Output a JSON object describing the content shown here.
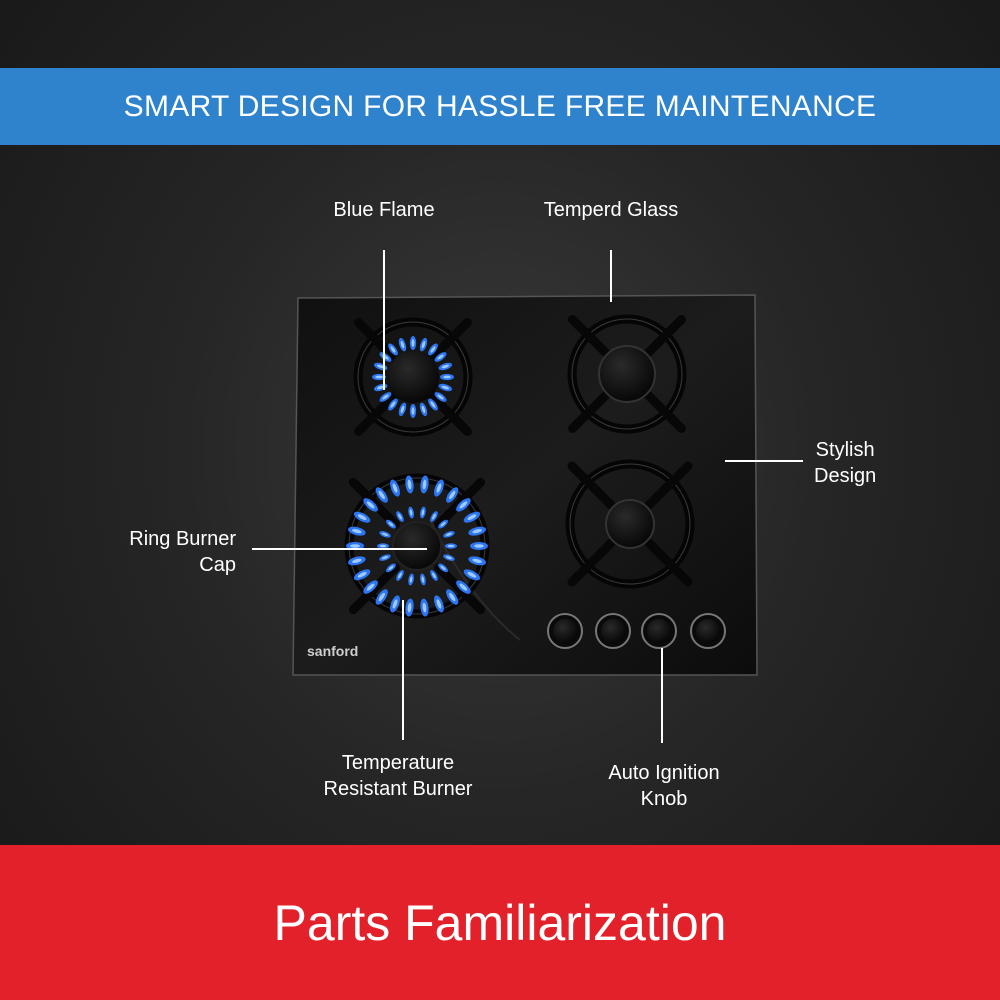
{
  "header": {
    "title": "SMART DESIGN FOR HASSLE FREE MAINTENANCE"
  },
  "footer": {
    "title": "Parts Familiarization"
  },
  "product": {
    "brand": "sanford"
  },
  "callouts": {
    "blue_flame": "Blue Flame",
    "temperd_glass": "Temperd Glass",
    "stylish_design_l1": "Stylish",
    "stylish_design_l2": "Design",
    "ring_burner_cap_l1": "Ring Burner",
    "ring_burner_cap_l2": "Cap",
    "temp_burner_l1": "Temperature",
    "temp_burner_l2": "Resistant Burner",
    "auto_ignition_l1": "Auto Ignition",
    "auto_ignition_l2": "Knob"
  },
  "colors": {
    "top_banner": "#2f82cc",
    "bottom_banner": "#e3212a",
    "flame": "#2e7bff"
  }
}
